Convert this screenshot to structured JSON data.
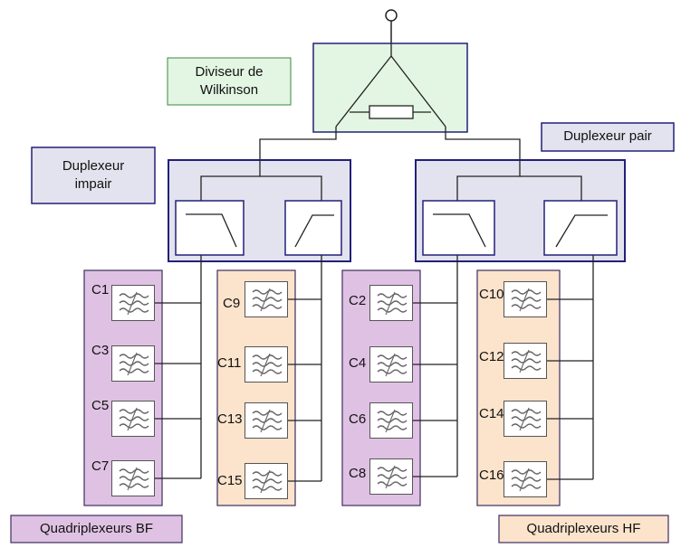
{
  "labels": {
    "wilkinson_line1": "Diviseur de",
    "wilkinson_line2": "Wilkinson",
    "duplexer_odd_line1": "Duplexeur",
    "duplexer_odd_line2": "impair",
    "duplexer_even": "Duplexeur pair",
    "quad_lf": "Quadriplexeurs BF",
    "quad_hf": "Quadriplexeurs HF"
  },
  "channels": {
    "group1": [
      "C1",
      "C3",
      "C5",
      "C7"
    ],
    "group2": [
      "C9",
      "C11",
      "C13",
      "C15"
    ],
    "group3": [
      "C2",
      "C4",
      "C6",
      "C8"
    ],
    "group4": [
      "C10",
      "C12",
      "C14",
      "C16"
    ]
  },
  "colors": {
    "wilkinson_fill": "#e3f5e3",
    "duplexer_fill": "#e3e3ef",
    "quad_lf_fill": "#dfc2e3",
    "quad_hf_fill": "#fbe3cc",
    "border_purple": "#4a3b6a",
    "border_navy": "#22207a",
    "line": "#222222"
  },
  "icons": {
    "antenna": "antenna-icon",
    "bandpass_filter": "bandpass-filter-icon",
    "lowpass_filter": "lowpass-filter-icon",
    "highpass_filter": "highpass-filter-icon",
    "resistor": "resistor-icon"
  }
}
